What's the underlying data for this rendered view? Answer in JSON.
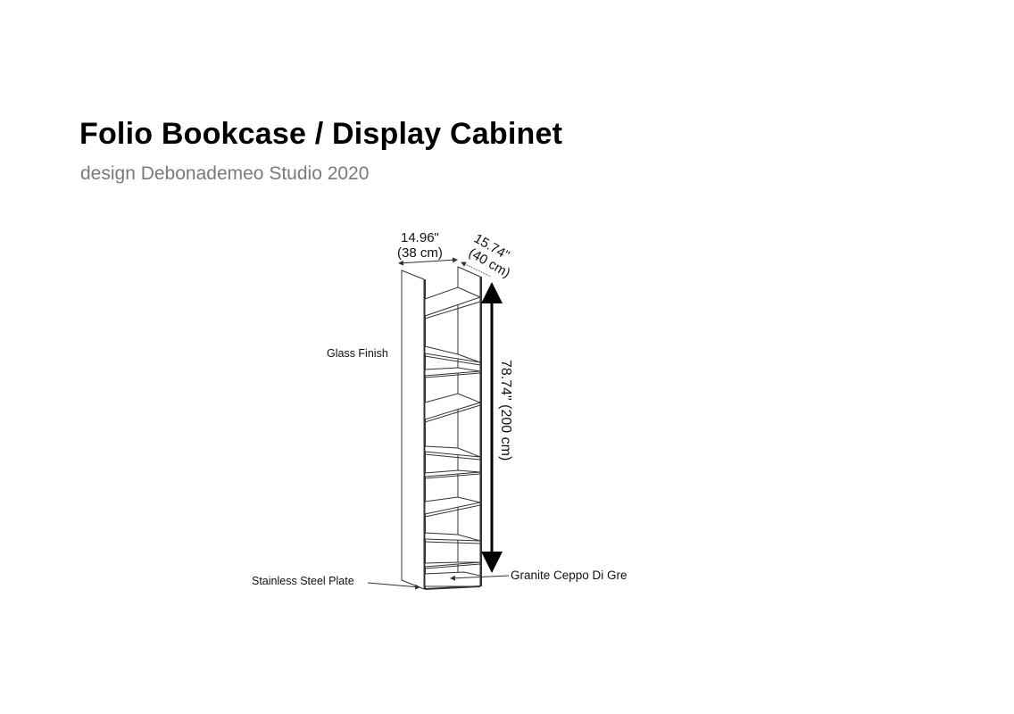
{
  "header": {
    "title": "Folio Bookcase / Display Cabinet",
    "subtitle": "design Debonademeo Studio 2020"
  },
  "diagram": {
    "width_dimension": {
      "inches": "14.96\"",
      "cm": "(38 cm)"
    },
    "depth_dimension": {
      "inches": "15.74\"",
      "cm": "(40 cm)"
    },
    "height_dimension": "78.74\" (200 cm)",
    "callouts": {
      "glass": "Glass Finish",
      "plate": "Stainless Steel Plate",
      "granite": "Granite Ceppo Di Gre"
    }
  }
}
